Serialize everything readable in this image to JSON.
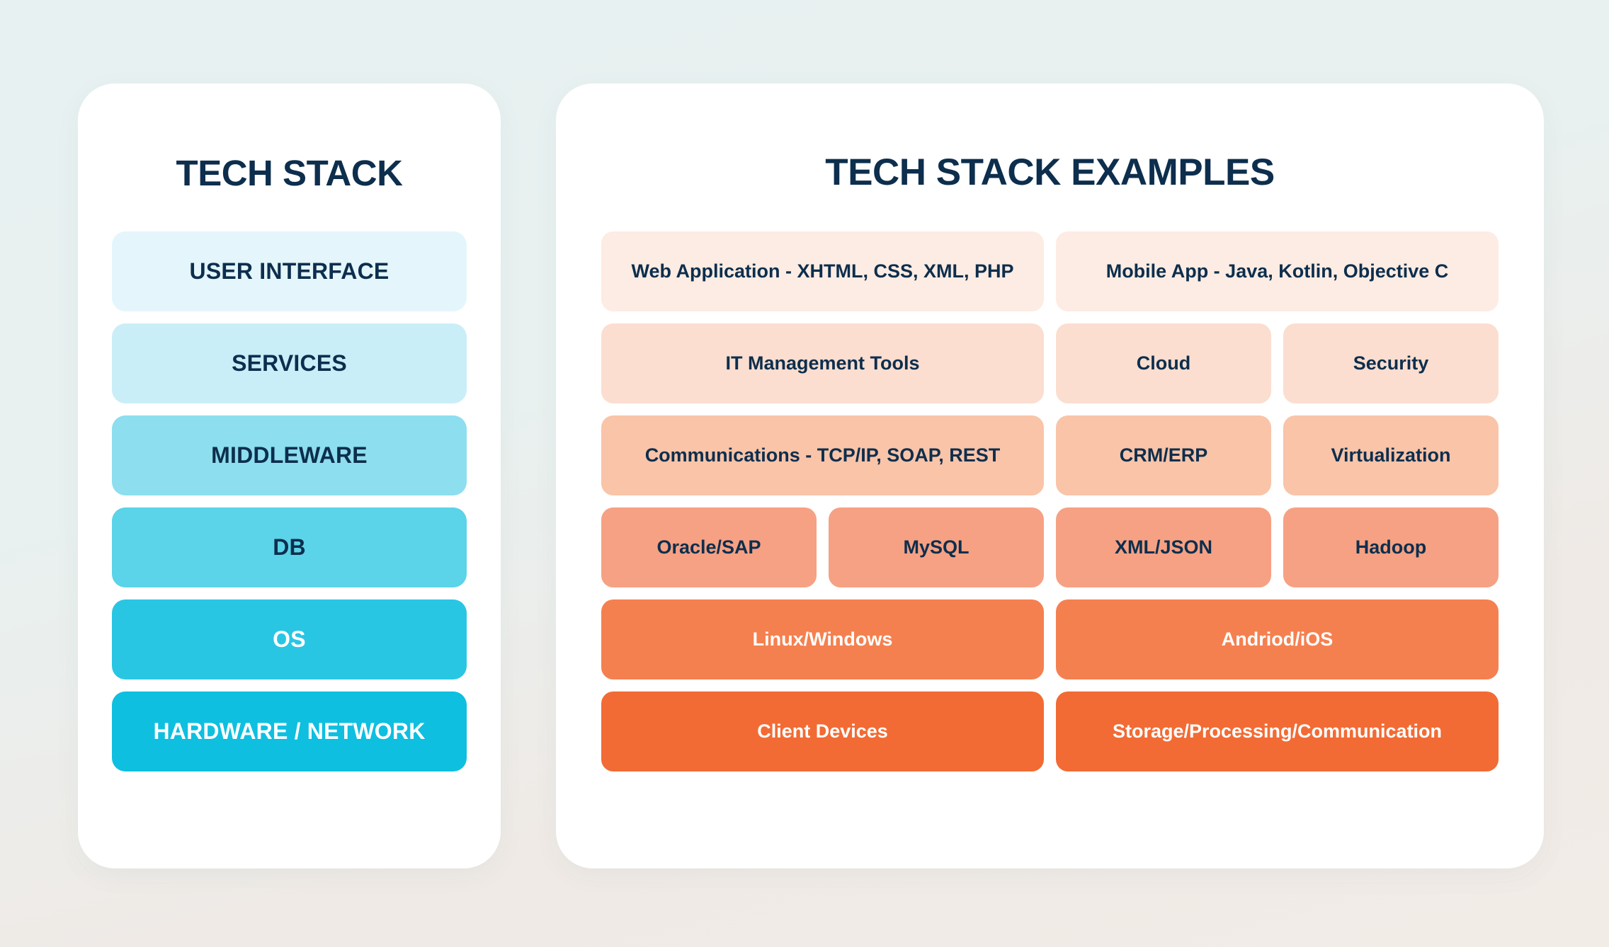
{
  "theme": {
    "background_top": "#e7f1f1",
    "background_bottom": "#f2ece7",
    "card_background": "#ffffff",
    "title_color": "#0d2e4d",
    "dark_text": "#0d2e4d",
    "light_text": "#ffffff"
  },
  "stack_panel": {
    "title": "TECH STACK",
    "layers": [
      {
        "label": "USER INTERFACE",
        "color": "#e4f6fb",
        "text_color": "#0d2e4d"
      },
      {
        "label": "SERVICES",
        "color": "#caeef8",
        "text_color": "#0d2e4d"
      },
      {
        "label": "MIDDLEWARE",
        "color": "#8ddeef",
        "text_color": "#0d2e4d"
      },
      {
        "label": "DB",
        "color": "#5bd3e8",
        "text_color": "#0d2e4d"
      },
      {
        "label": "OS",
        "color": "#29c6e4",
        "text_color": "#ffffff"
      },
      {
        "label": "HARDWARE / NETWORK",
        "color": "#0ebfe0",
        "text_color": "#ffffff"
      }
    ]
  },
  "examples_panel": {
    "title": "TECH STACK EXAMPLES",
    "rows": [
      {
        "left": [
          {
            "label": "Web Application - XHTML, CSS, XML, PHP",
            "color": "#fdece3",
            "text_color": "#0d2e4d"
          }
        ],
        "right": [
          {
            "label": "Mobile App - Java, Kotlin, Objective C",
            "color": "#fdece3",
            "text_color": "#0d2e4d"
          }
        ]
      },
      {
        "left": [
          {
            "label": "IT Management Tools",
            "color": "#fbded0",
            "text_color": "#0d2e4d"
          }
        ],
        "right": [
          {
            "label": "Cloud",
            "color": "#fbded0",
            "text_color": "#0d2e4d"
          },
          {
            "label": "Security",
            "color": "#fbded0",
            "text_color": "#0d2e4d"
          }
        ]
      },
      {
        "left": [
          {
            "label": "Communications - TCP/IP, SOAP, REST",
            "color": "#f9c4a8",
            "text_color": "#0d2e4d"
          }
        ],
        "right": [
          {
            "label": "CRM/ERP",
            "color": "#f9c4a8",
            "text_color": "#0d2e4d"
          },
          {
            "label": "Virtualization",
            "color": "#f9c4a8",
            "text_color": "#0d2e4d"
          }
        ]
      },
      {
        "left": [
          {
            "label": "Oracle/SAP",
            "color": "#f6a183",
            "text_color": "#0d2e4d"
          },
          {
            "label": "MySQL",
            "color": "#f6a183",
            "text_color": "#0d2e4d"
          }
        ],
        "right": [
          {
            "label": "XML/JSON",
            "color": "#f6a183",
            "text_color": "#0d2e4d"
          },
          {
            "label": "Hadoop",
            "color": "#f6a183",
            "text_color": "#0d2e4d"
          }
        ]
      },
      {
        "left": [
          {
            "label": "Linux/Windows",
            "color": "#f5804f",
            "text_color": "#ffffff"
          }
        ],
        "right": [
          {
            "label": "Andriod/iOS",
            "color": "#f5804f",
            "text_color": "#ffffff"
          }
        ]
      },
      {
        "left": [
          {
            "label": "Client Devices",
            "color": "#f26b34",
            "text_color": "#ffffff"
          }
        ],
        "right": [
          {
            "label": "Storage/Processing/Communication",
            "color": "#f26b34",
            "text_color": "#ffffff"
          }
        ]
      }
    ]
  }
}
